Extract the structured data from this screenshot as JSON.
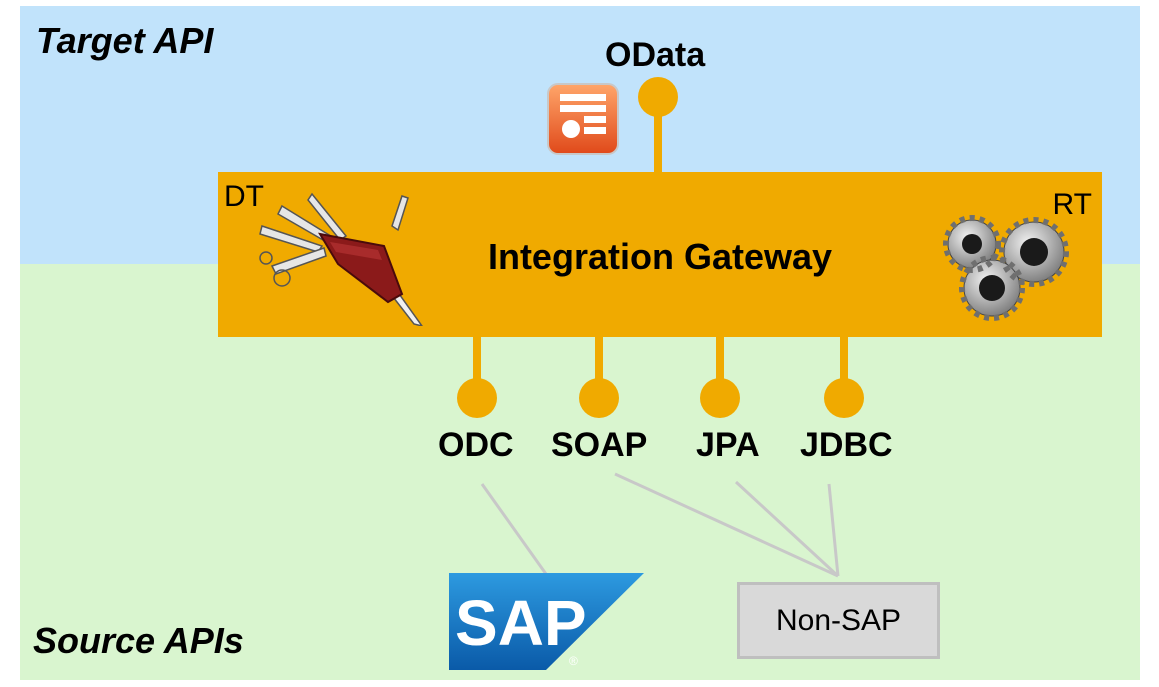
{
  "target_label": "Target API",
  "source_label": "Source APIs",
  "target_protocol": "OData",
  "gateway": {
    "title": "Integration Gateway",
    "dt_label": "DT",
    "rt_label": "RT"
  },
  "source_protocols": [
    "ODC",
    "SOAP",
    "JPA",
    "JDBC"
  ],
  "sap_logo": "SAP",
  "non_sap": "Non-SAP",
  "colors": {
    "target_bg": "#c1e3fb",
    "source_bg": "#d9f5cf",
    "gateway": "#f0aa00",
    "sap_blue": "#1f7ed0",
    "connector": "#c8c8c8"
  }
}
